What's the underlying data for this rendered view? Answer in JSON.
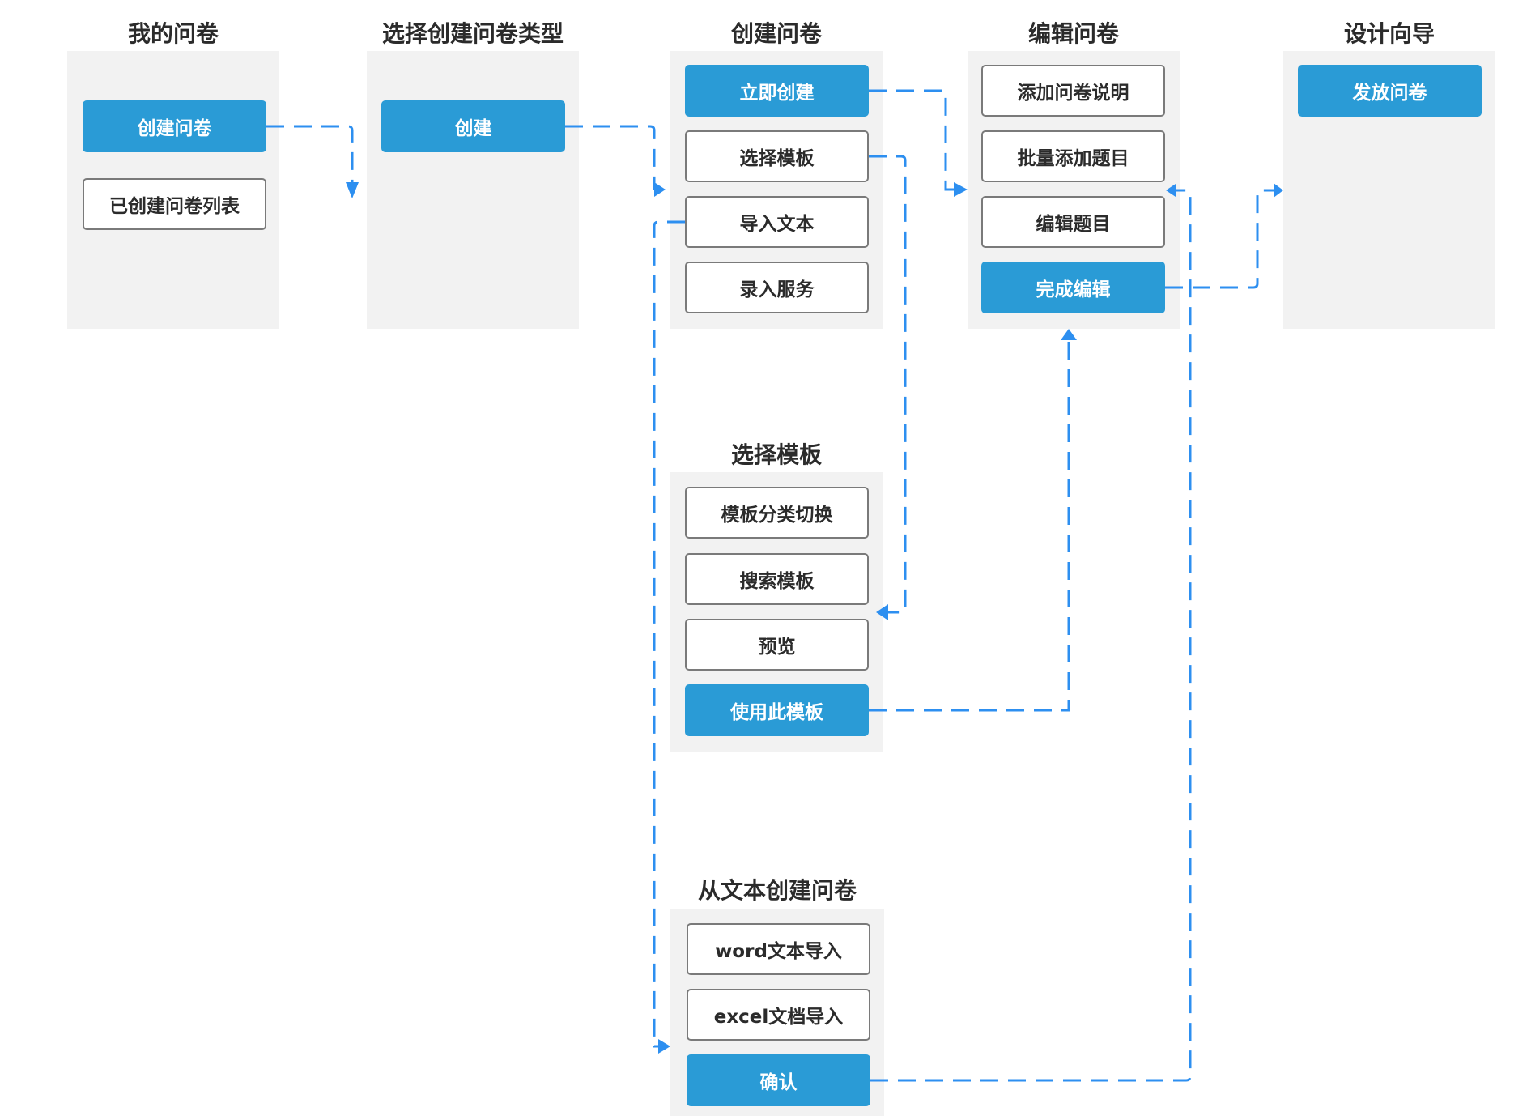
{
  "colors": {
    "primary": "#2a9bd6",
    "link": "#2d8ff0",
    "panel": "#f2f2f2"
  },
  "panels": [
    {
      "id": "my",
      "title": "我的问卷"
    },
    {
      "id": "type",
      "title": "选择创建问卷类型"
    },
    {
      "id": "create",
      "title": "创建问卷"
    },
    {
      "id": "edit",
      "title": "编辑问卷"
    },
    {
      "id": "wizard",
      "title": "设计向导"
    },
    {
      "id": "template",
      "title": "选择模板"
    },
    {
      "id": "text",
      "title": "从文本创建问卷"
    }
  ],
  "nodes": {
    "my_create": "创建问卷",
    "my_list": "已创建问卷列表",
    "type_create": "创建",
    "create_now": "立即创建",
    "create_template": "选择模板",
    "create_import": "导入文本",
    "create_service": "录入服务",
    "edit_desc": "添加问卷说明",
    "edit_batch": "批量添加题目",
    "edit_question": "编辑题目",
    "edit_done": "完成编辑",
    "wizard_publish": "发放问卷",
    "tpl_switch": "模板分类切换",
    "tpl_search": "搜索模板",
    "tpl_preview": "预览",
    "tpl_use": "使用此模板",
    "text_word": "word文本导入",
    "text_excel": "excel文档导入",
    "text_confirm": "确认"
  }
}
